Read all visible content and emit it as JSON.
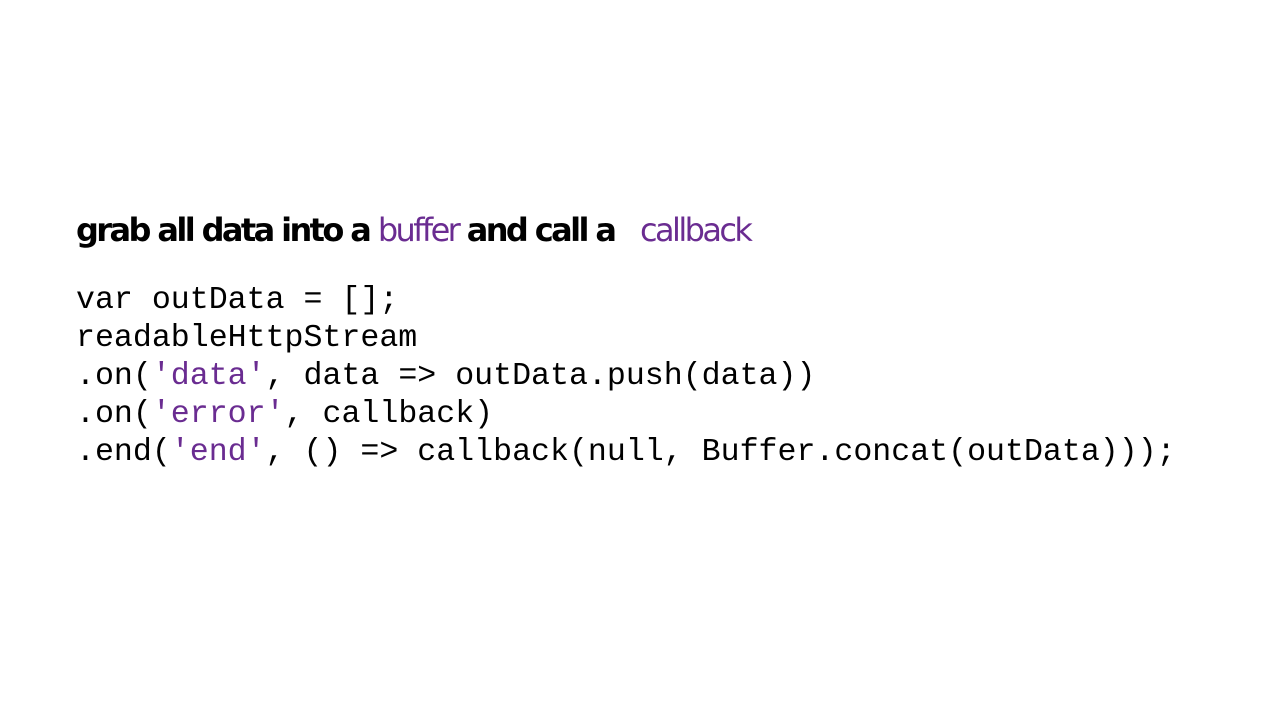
{
  "heading": {
    "part1": "grab all data into a ",
    "buffer": "buffer",
    "part2": " and call a   ",
    "callback": "callback"
  },
  "code": {
    "line1": "var outData = [];",
    "line2": "readableHttpStream",
    "line3_pre": ".on(",
    "line3_str": "'data'",
    "line3_post": ", data => outData.push(data))",
    "line4_pre": ".on(",
    "line4_str": "'error'",
    "line4_post": ", callback)",
    "line5_pre": ".end(",
    "line5_str": "'end'",
    "line5_post": ", () => callback(null, Buffer.concat(outData)));"
  },
  "colors": {
    "accent": "#6a2c91",
    "text": "#000000",
    "background": "#ffffff"
  }
}
